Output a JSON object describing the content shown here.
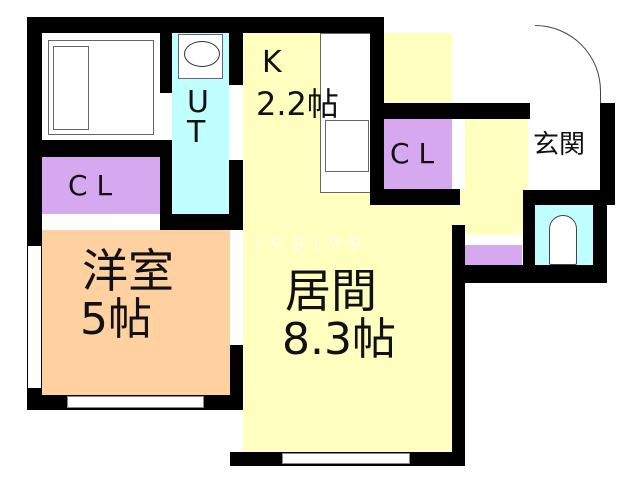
{
  "colors": {
    "wall": "#000000",
    "yellow": "#ffffc0",
    "cyan": "#c0ffff",
    "purple": "#d6a8f0",
    "orange": "#ffd0a0",
    "white": "#ffffff"
  },
  "rooms": {
    "kitchen": {
      "name": "K",
      "size": "2.2帖"
    },
    "utility": {
      "label_top": "U",
      "label_bottom": "T"
    },
    "closet_left": {
      "label": "C L"
    },
    "closet_right": {
      "label": "C L"
    },
    "entrance": {
      "label": "玄関"
    },
    "western_room": {
      "name": "洋室",
      "size": "5帖"
    },
    "living": {
      "name": "居間",
      "size": "8.3帖"
    }
  },
  "watermark": "jogjog"
}
